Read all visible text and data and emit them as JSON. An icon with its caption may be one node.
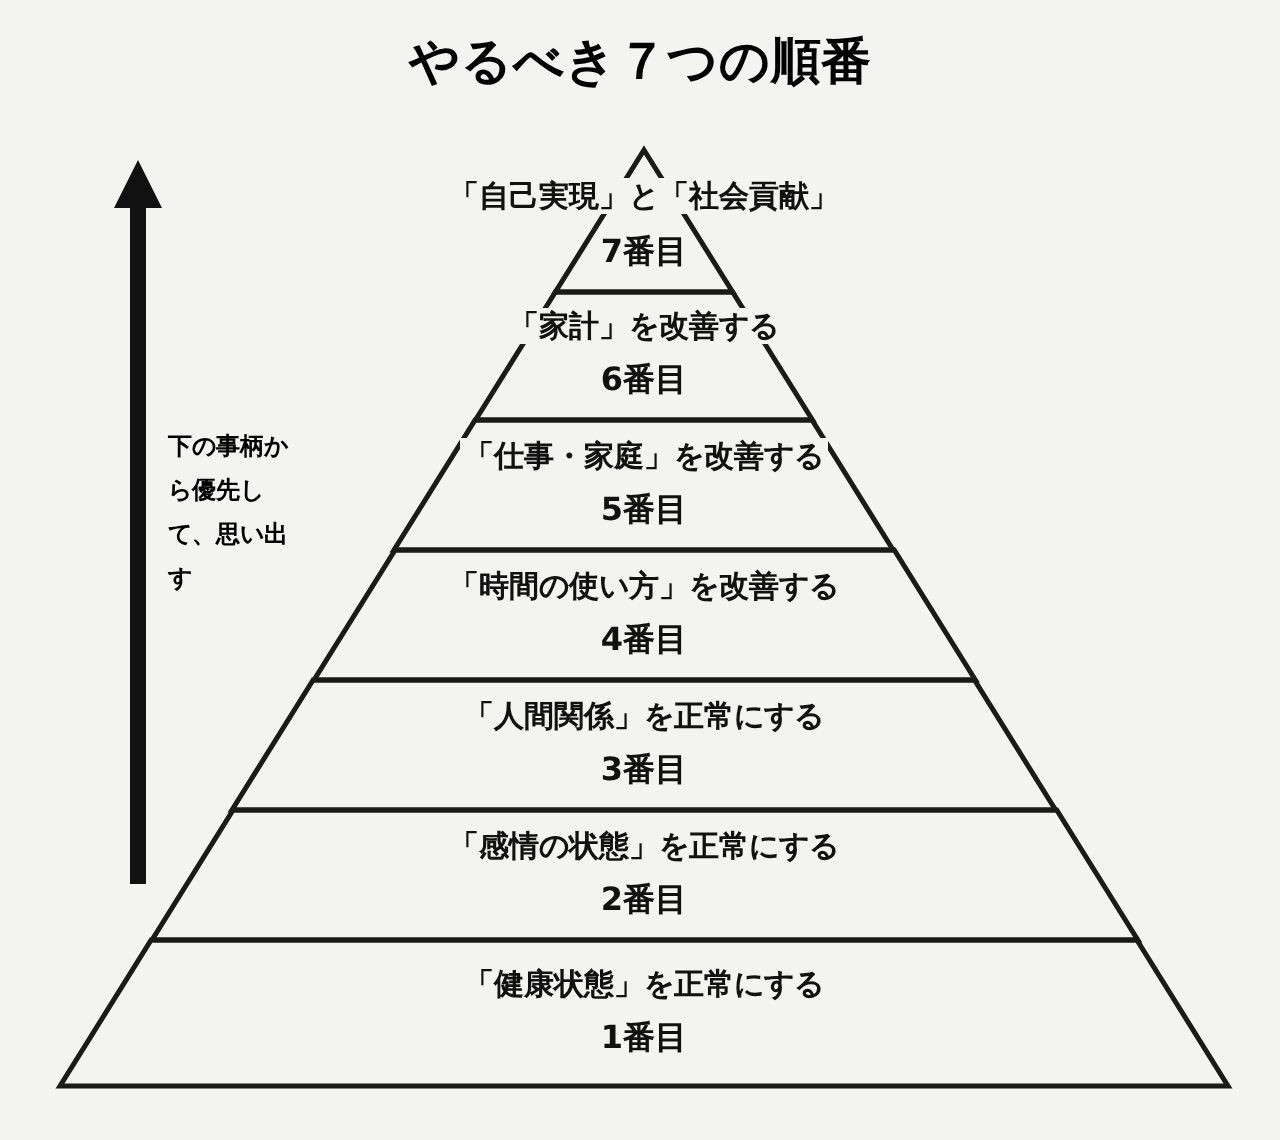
{
  "diagram": {
    "title": "やるべき７つの順番",
    "nodes": [
      {
        "text": [
          "「自己実現」と「社会貢献」",
          "7番目"
        ]
      },
      {
        "text": [
          "「家計」を改善する",
          "6番目"
        ]
      },
      {
        "text": [
          "「仕事・家庭」を改善する",
          "5番目"
        ]
      },
      {
        "text": [
          "「時間の使い方」を改善する",
          "4番目"
        ]
      },
      {
        "text": [
          "「人間関係」を正常にする",
          "3番目"
        ]
      },
      {
        "text": [
          "「感情の状態」を正常にする",
          "2番目"
        ]
      },
      {
        "text": [
          "「健康状態」を正常にする",
          "1番目"
        ]
      }
    ],
    "labels": [
      "下の事柄から優先して、思い出す"
    ]
  }
}
